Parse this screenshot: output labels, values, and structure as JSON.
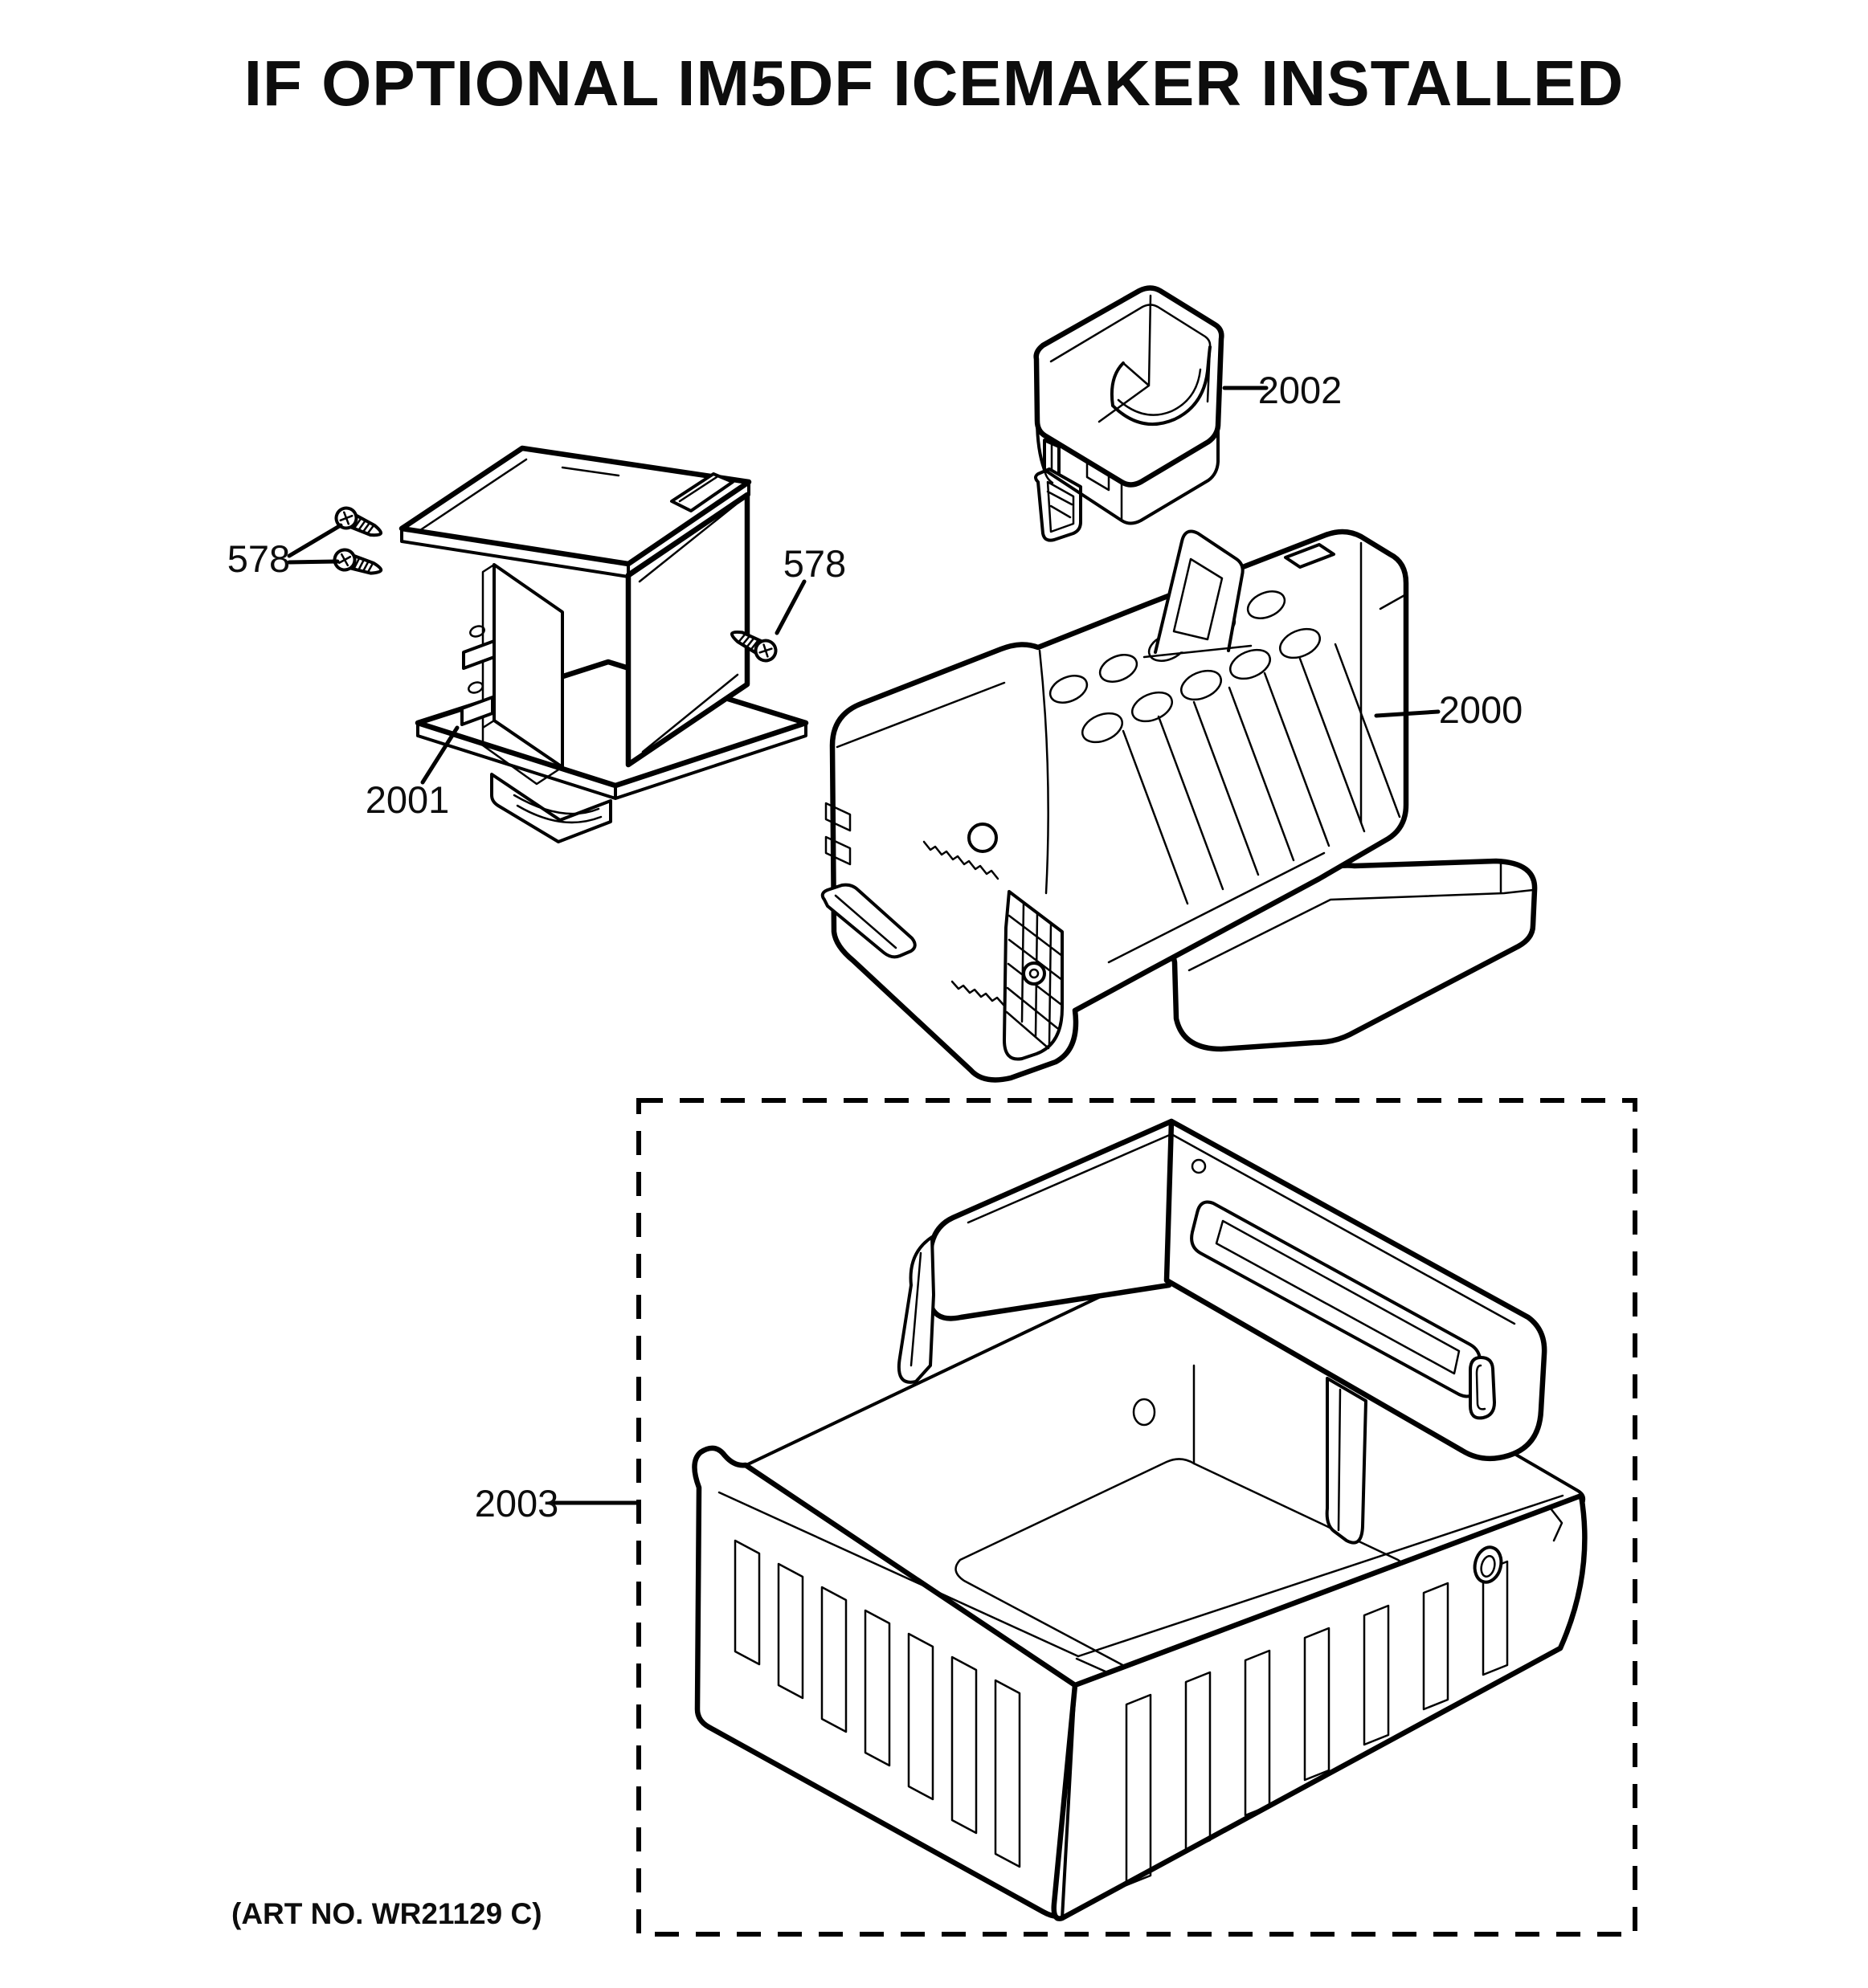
{
  "title": "IF OPTIONAL IM5DF ICEMAKER INSTALLED",
  "art_no": "(ART NO. WR21129 C)",
  "colors": {
    "line": "#000000",
    "background": "#ffffff"
  },
  "labels": {
    "screws_left": "578",
    "screw_right": "578",
    "icemaker": "2000",
    "mounting_bracket": "2001",
    "fill_cup": "2002",
    "ice_bucket": "2003"
  },
  "parts": [
    {
      "callout": "578",
      "name": "screws (pair)"
    },
    {
      "callout": "578",
      "name": "screw (single)"
    },
    {
      "callout": "2000",
      "name": "icemaker assembly"
    },
    {
      "callout": "2001",
      "name": "icemaker mounting bracket"
    },
    {
      "callout": "2002",
      "name": "icemaker fill cup"
    },
    {
      "callout": "2003",
      "name": "ice bucket with slide cover (optional group)"
    }
  ]
}
